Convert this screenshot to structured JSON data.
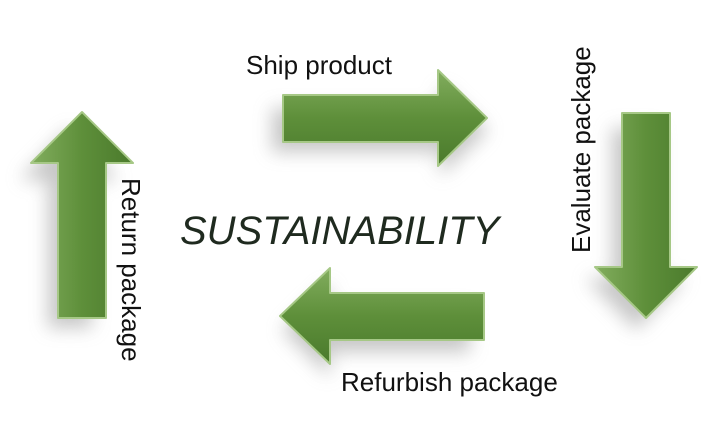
{
  "diagram": {
    "center_title": "SUSTAINABILITY",
    "steps": [
      {
        "label": "Ship product",
        "direction": "right"
      },
      {
        "label": "Evaluate package",
        "direction": "down"
      },
      {
        "label": "Refurbish package",
        "direction": "left"
      },
      {
        "label": "Return package",
        "direction": "up"
      }
    ]
  },
  "colors": {
    "arrow_fill_light": "#76a352",
    "arrow_fill_dark": "#4a7a2c",
    "arrow_edge": "#9cc27c",
    "shadow": "#9a9a9a",
    "text": "#111111",
    "title": "#1f2a1f"
  }
}
